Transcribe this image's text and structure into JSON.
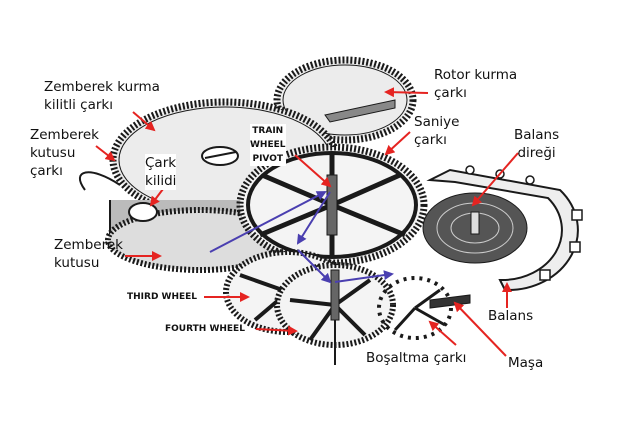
{
  "labels": {
    "mainspring_winding_lock_wheel": [
      "Zemberek kurma",
      "kilitli çarkı"
    ],
    "barrel_wheel": [
      "Zemberek",
      "kutusu",
      "çarkı"
    ],
    "wheel_lock": [
      "Çark",
      "kilidi"
    ],
    "barrel": [
      "Zemberek",
      "kutusu"
    ],
    "third_wheel": "THIRD WHEEL",
    "fourth_wheel": "FOURTH WHEEL",
    "train_wheel_pivot": [
      "TRAIN",
      "WHEEL",
      "PIVOT"
    ],
    "rotor_winding_wheel": [
      "Rotor kurma",
      "çarkı"
    ],
    "seconds_wheel": [
      "Saniye",
      "çarkı"
    ],
    "balance_staff": [
      "Balans",
      "direği"
    ],
    "balance": "Balans",
    "escape_wheel": "Boşaltma çarkı",
    "pallet_fork": "Maşa"
  },
  "colors": {
    "label_arrow": "#e52421",
    "train_arrow": "#4a3fb0",
    "line": "#1a1a1a",
    "fill": "#e8e8e8"
  }
}
